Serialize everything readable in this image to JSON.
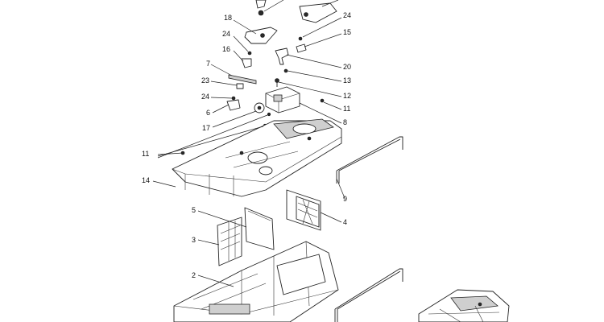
{
  "callouts": [
    {
      "id": "c18",
      "text": "18"
    },
    {
      "id": "c24a",
      "text": "24"
    },
    {
      "id": "c24b",
      "text": "24"
    },
    {
      "id": "c15",
      "text": "15"
    },
    {
      "id": "c16",
      "text": "16"
    },
    {
      "id": "c20",
      "text": "20"
    },
    {
      "id": "c7",
      "text": "7"
    },
    {
      "id": "c13",
      "text": "13"
    },
    {
      "id": "c23",
      "text": "23"
    },
    {
      "id": "c12",
      "text": "12"
    },
    {
      "id": "c24c",
      "text": "24"
    },
    {
      "id": "c11a",
      "text": "11"
    },
    {
      "id": "c6",
      "text": "6"
    },
    {
      "id": "c8",
      "text": "8"
    },
    {
      "id": "c17",
      "text": "17"
    },
    {
      "id": "c11b",
      "text": "11"
    },
    {
      "id": "c14",
      "text": "14"
    },
    {
      "id": "c9",
      "text": "9"
    },
    {
      "id": "c5",
      "text": "5"
    },
    {
      "id": "c4",
      "text": "4"
    },
    {
      "id": "c3",
      "text": "3"
    },
    {
      "id": "c2",
      "text": "2"
    }
  ]
}
